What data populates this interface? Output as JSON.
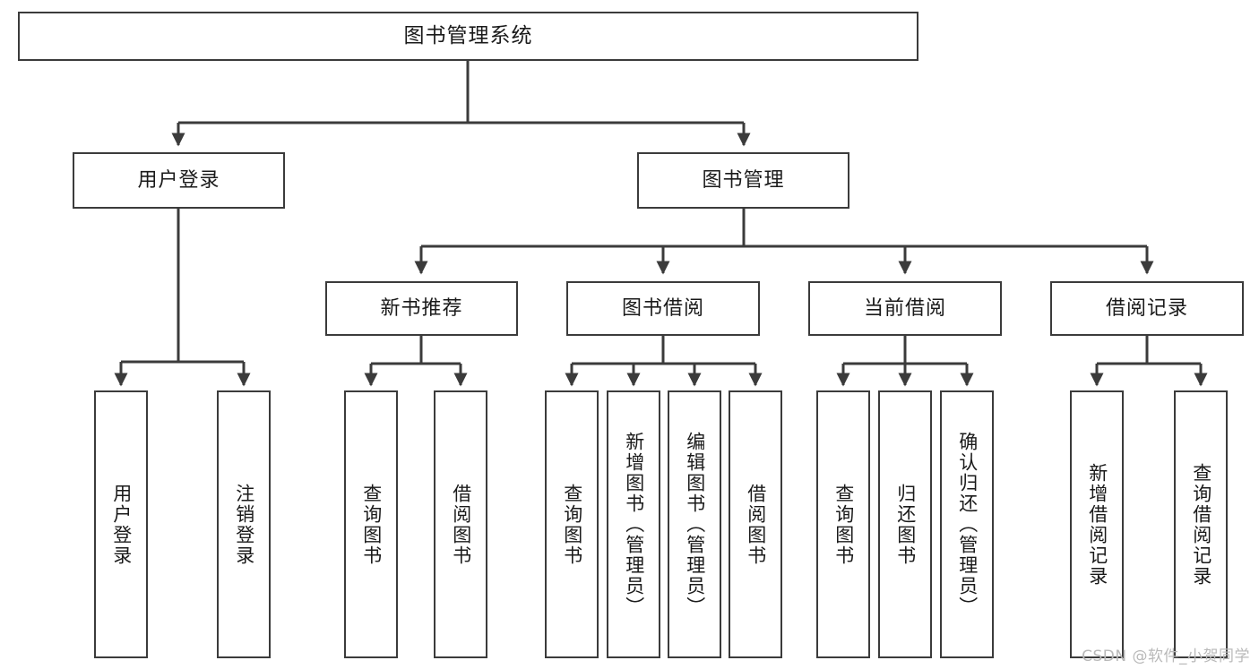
{
  "diagram": {
    "title": "图书管理系统",
    "type": "hierarchy-tree",
    "line_color": "#3b3b3b",
    "box_fill": "#ffffff",
    "text_color": "#1a1a1a"
  },
  "nodes": {
    "root": {
      "label": "图书管理系统"
    },
    "level2": [
      {
        "label": "用户登录"
      },
      {
        "label": "图书管理"
      }
    ],
    "level3": [
      {
        "label": "新书推荐"
      },
      {
        "label": "图书借阅"
      },
      {
        "label": "当前借阅"
      },
      {
        "label": "借阅记录"
      }
    ],
    "leaves": [
      {
        "label": "用户登录"
      },
      {
        "label": "注销登录"
      },
      {
        "label": "查询图书"
      },
      {
        "label": "借阅图书"
      },
      {
        "label": "查询图书"
      },
      {
        "label": "新增图书（管理员）"
      },
      {
        "label": "编辑图书（管理员）"
      },
      {
        "label": "借阅图书"
      },
      {
        "label": "查询图书"
      },
      {
        "label": "归还图书"
      },
      {
        "label": "确认归还（管理员）"
      },
      {
        "label": "新增借阅记录"
      },
      {
        "label": "查询借阅记录"
      }
    ]
  },
  "watermark": {
    "text": "CSDN @软件_小贺同学"
  }
}
